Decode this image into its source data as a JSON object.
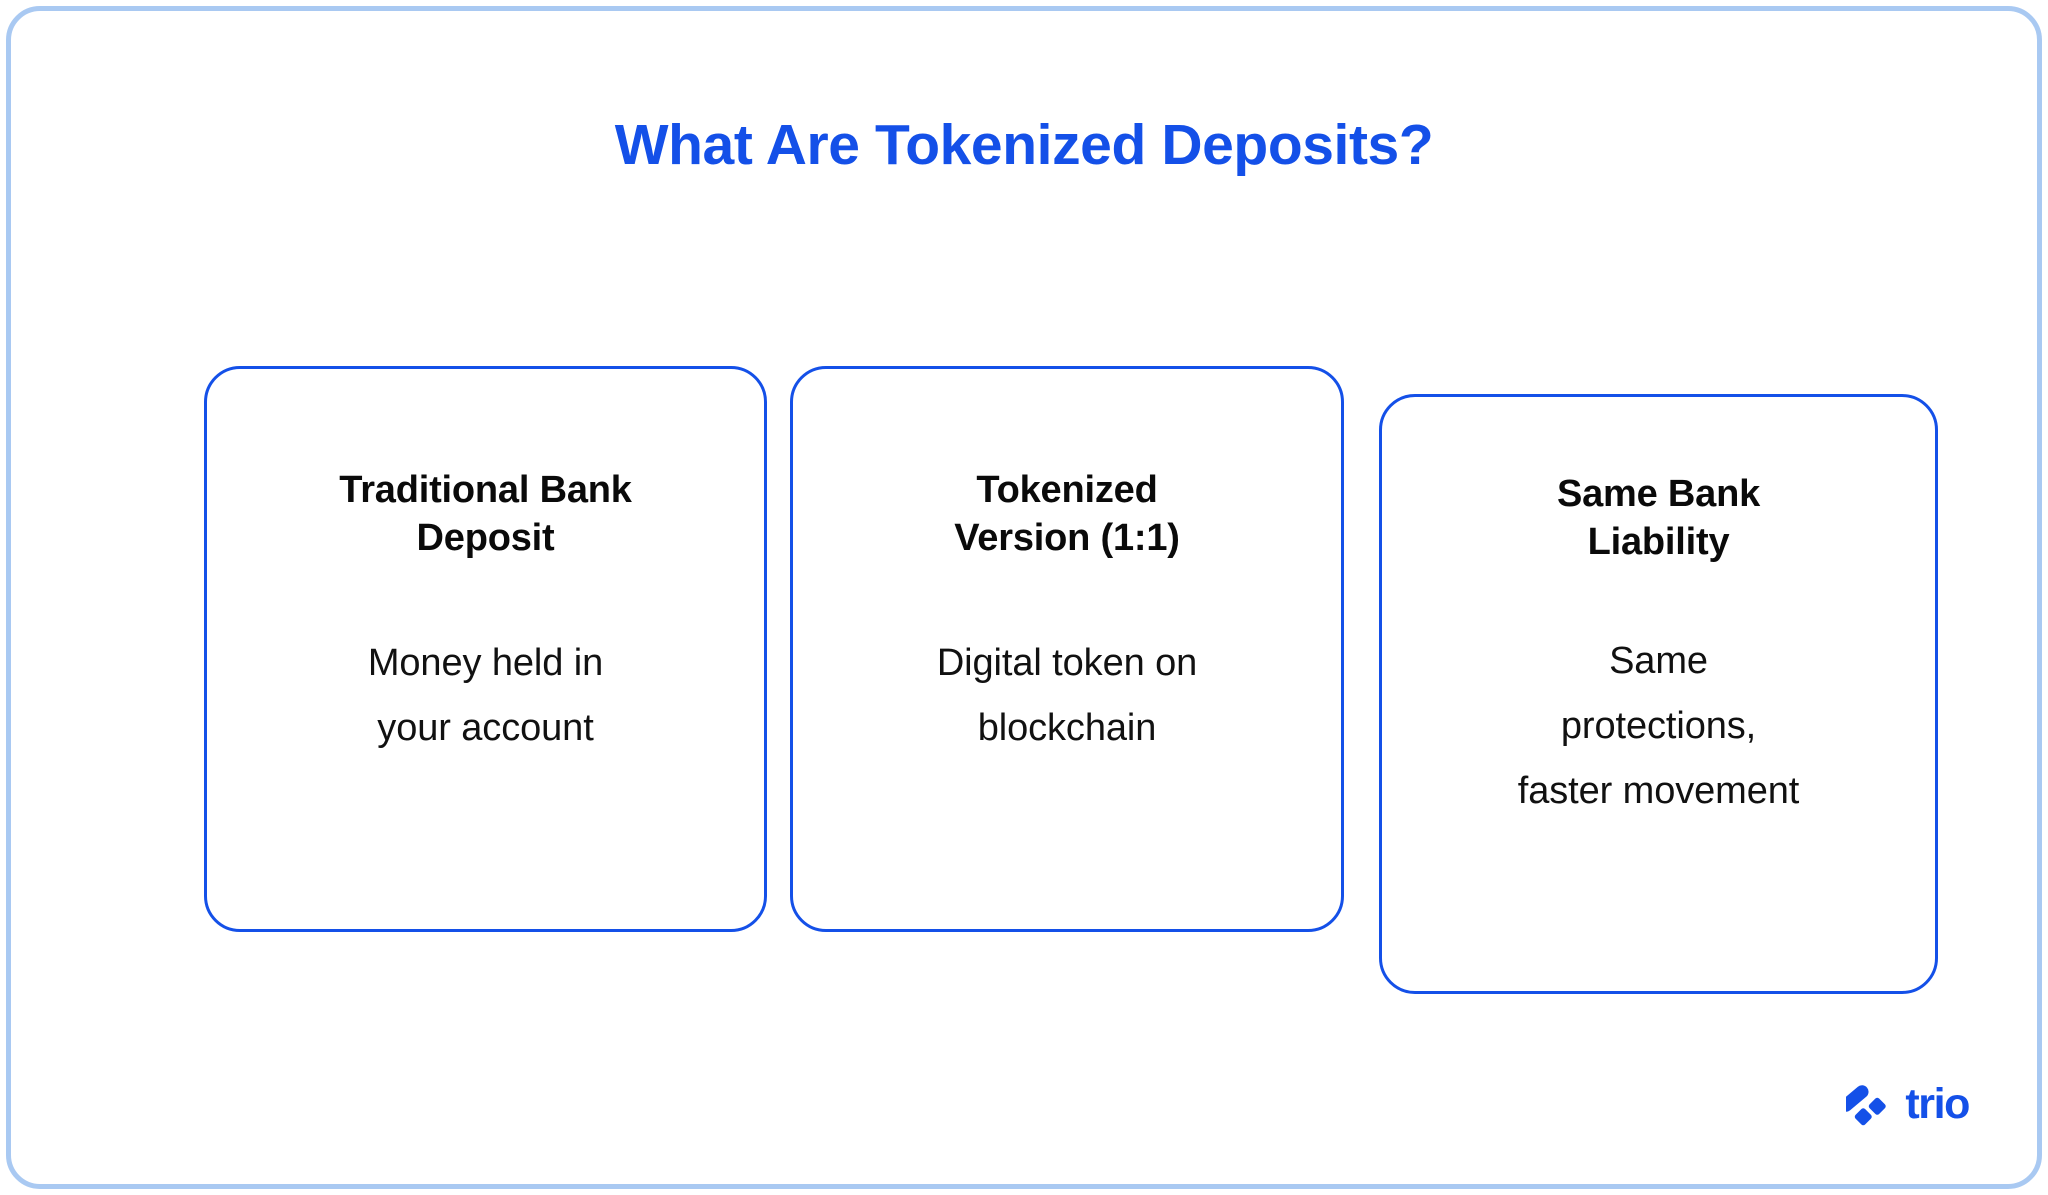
{
  "page": {
    "title": "What Are Tokenized Deposits?",
    "accent_color": "#1450e8",
    "frame_border_color": "#a9c9f2",
    "text_color": "#0a0a0a",
    "background_color": "#ffffff"
  },
  "cards": [
    {
      "heading": "Traditional Bank\nDeposit",
      "body": "Money held in\nyour account"
    },
    {
      "heading": "Tokenized\nVersion (1:1)",
      "body": "Digital token on\nblockchain"
    },
    {
      "heading": "Same Bank\nLiability",
      "body": "Same\nprotections,\nfaster movement"
    }
  ],
  "brand": {
    "wordmark": "trio",
    "mark_icon": "trio-diamond-mark-icon",
    "color": "#1450e8"
  }
}
